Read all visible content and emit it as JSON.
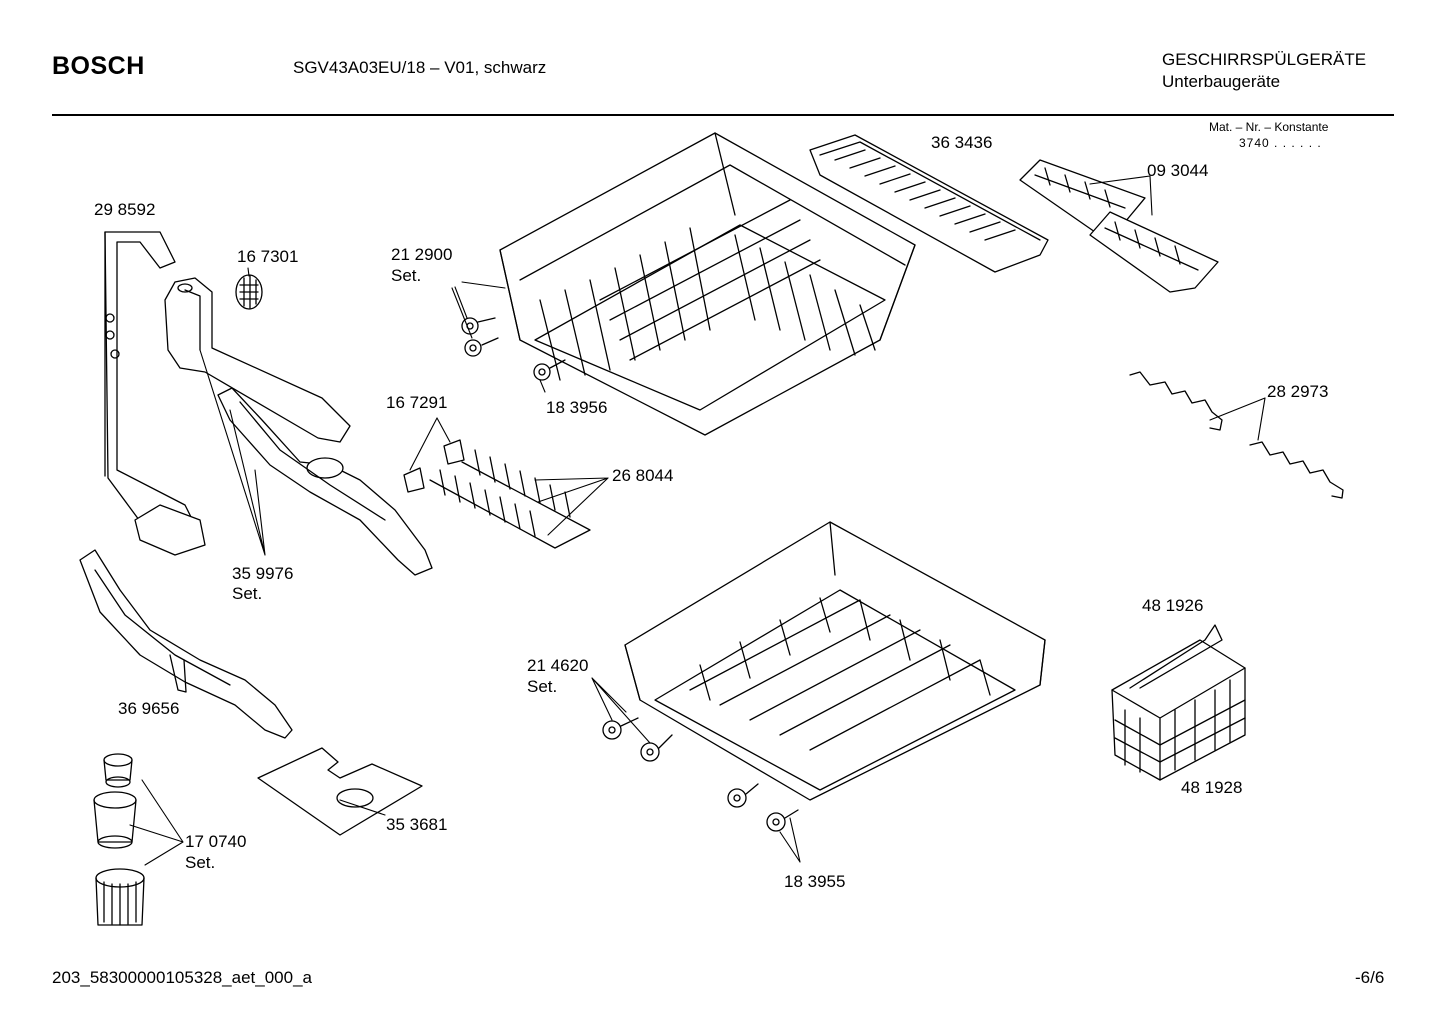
{
  "header": {
    "brand": "BOSCH",
    "model": "SGV43A03EU/18 – V01, schwarz",
    "category": "GESCHIRRSPÜLGERÄTE",
    "subcategory": "Unterbaugeräte",
    "mat_label": "Mat. – Nr. – Konstante",
    "mat_value": "3740 . . . . . ."
  },
  "parts": {
    "p298592": "29 8592",
    "p167301": "16 7301",
    "p212900": "21 2900",
    "p212900_set": "Set.",
    "p363436": "36 3436",
    "p093044": "09 3044",
    "p183956": "18 3956",
    "p167291": "16 7291",
    "p268044": "26 8044",
    "p282973": "28 2973",
    "p359976": "35 9976",
    "p359976_set": "Set.",
    "p369656": "36 9656",
    "p214620": "21 4620",
    "p214620_set": "Set.",
    "p481926": "48 1926",
    "p481928": "48 1928",
    "p353681": "35 3681",
    "p170740": "17 0740",
    "p170740_set": "Set.",
    "p183955": "18 3955"
  },
  "footer": {
    "doc_id": "203_58300000105328_aet_000_a",
    "page": "-6/6"
  }
}
